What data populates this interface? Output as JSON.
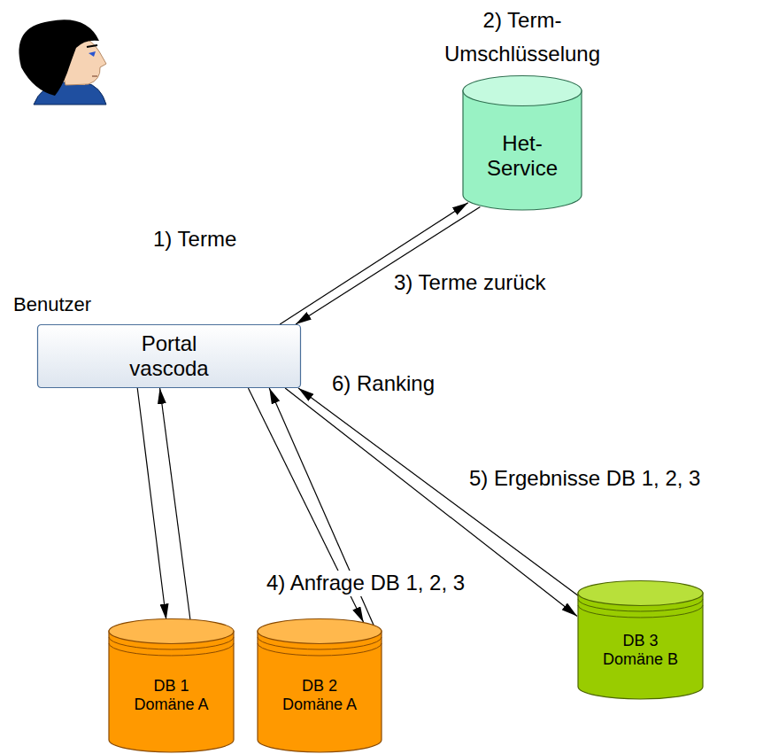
{
  "diagram": {
    "nodes": [
      {
        "text": [
          "Portal vascoda"
        ]
      },
      {
        "text": [
          "Het- Service"
        ]
      },
      {
        "text": [
          "DB 1 Domäne A"
        ]
      },
      {
        "text": [
          "DB 2 Domäne A"
        ]
      },
      {
        "text": [
          "DB 3 Domäne B"
        ]
      }
    ],
    "edges": [
      {
        "from": 0,
        "to": 1,
        "arrow": "to"
      },
      {
        "from": 1,
        "to": 0,
        "arrow": "to",
        "label": "3) Terme zurück"
      },
      {
        "from": 0,
        "to": 2,
        "arrow": "to"
      },
      {
        "from": 2,
        "to": 0,
        "arrow": "to"
      },
      {
        "from": 0,
        "to": 3,
        "arrow": "to"
      },
      {
        "from": 3,
        "to": 0,
        "arrow": "to"
      },
      {
        "from": 0,
        "to": 4,
        "arrow": "to"
      },
      {
        "from": 4,
        "to": 0,
        "arrow": "to"
      }
    ],
    "labels": [
      "2) Term- Umschlüsselung",
      "1) Terme",
      "Benutzer",
      "6) Ranking",
      "5) Ergebnisse DB 1, 2, 3",
      "4) Anfrage DB 1, 2, 3"
    ]
  }
}
